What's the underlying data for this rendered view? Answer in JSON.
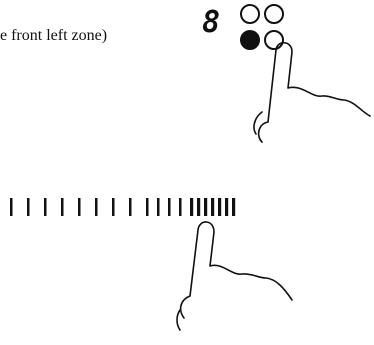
{
  "caption": "e front left zone)",
  "display_digit": "8",
  "zone_indicators": [
    {
      "zone": "rear-left",
      "filled": false
    },
    {
      "zone": "rear-right",
      "filled": false
    },
    {
      "zone": "front-left",
      "filled": true
    },
    {
      "zone": "front-right",
      "filled": false
    }
  ],
  "power_slider": {
    "segments": 19
  },
  "colors": {
    "ink": "#111111",
    "background": "#ffffff"
  }
}
